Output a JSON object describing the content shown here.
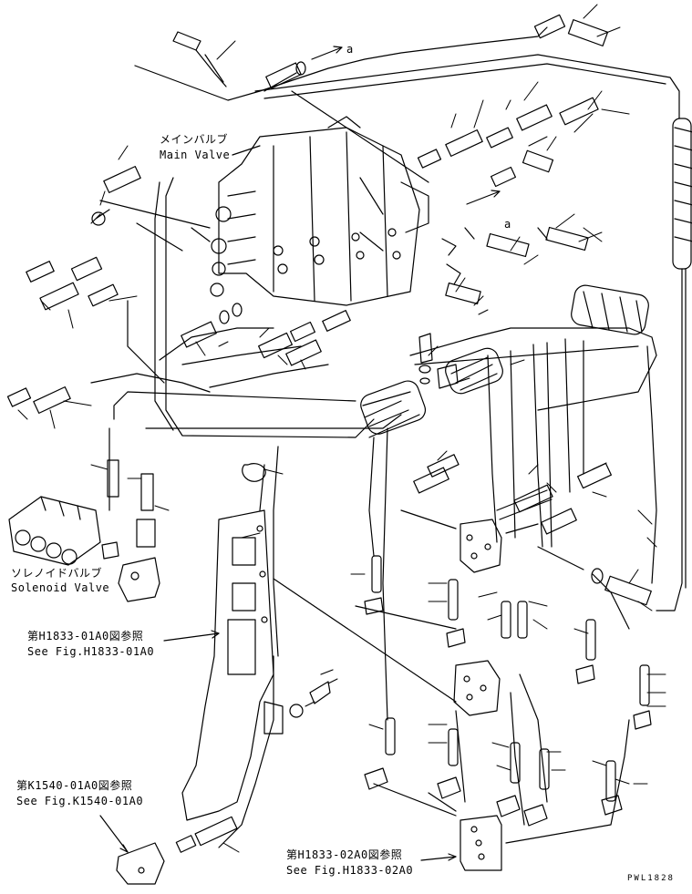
{
  "diagram": {
    "labels": {
      "main_valve_jp": "メインバルブ",
      "main_valve_en": "Main Valve",
      "solenoid_valve_jp": "ソレノイドバルブ",
      "solenoid_valve_en": "Solenoid Valve",
      "fig_h1833_01a0_jp": "第H1833-01A0図参照",
      "fig_h1833_01a0_en": "See Fig.H1833-01A0",
      "fig_k1540_01a0_jp": "第K1540-01A0図参照",
      "fig_k1540_01a0_en": "See Fig.K1540-01A0",
      "fig_h1833_02a0_jp": "第H1833-02A0図参照",
      "fig_h1833_02a0_en": "See Fig.H1833-02A0",
      "connector_a_top": "a",
      "connector_a_mid": "a",
      "drawing_code": "PWL1828"
    },
    "line_color": "#000000",
    "background": "#ffffff"
  }
}
